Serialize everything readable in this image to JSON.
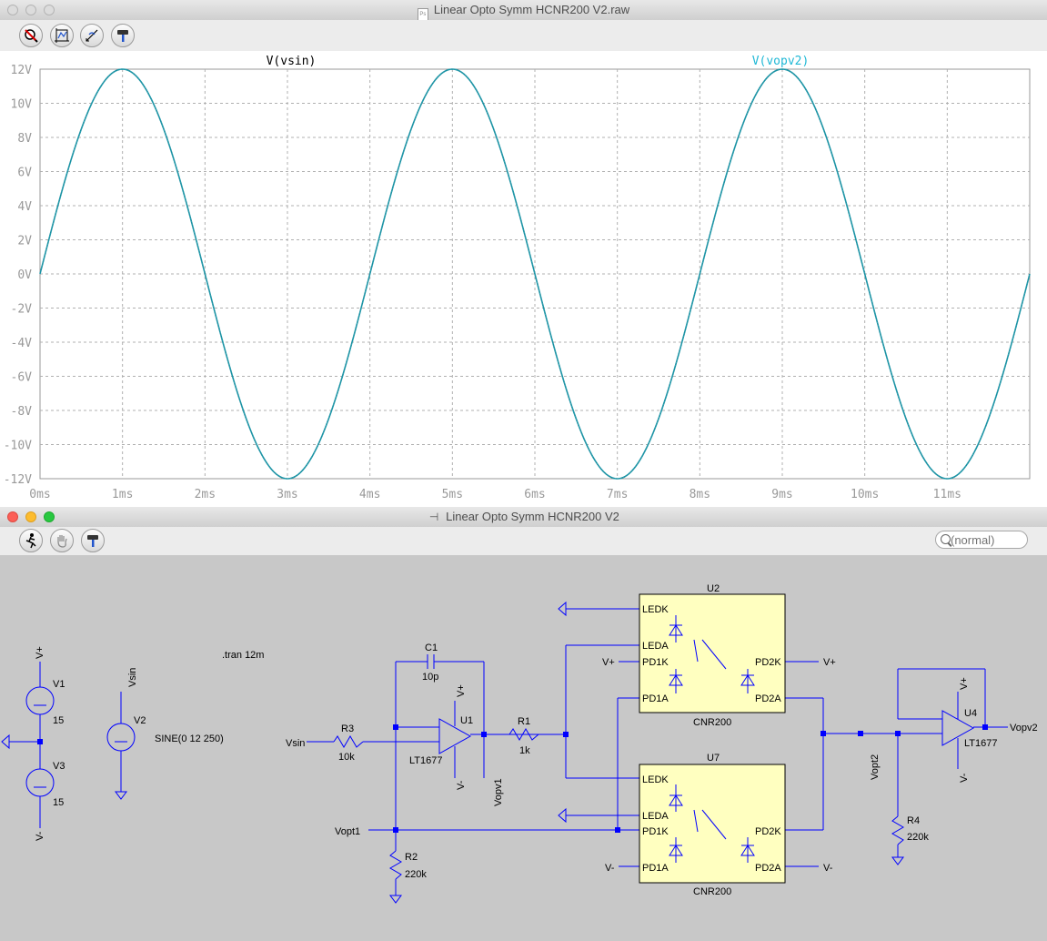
{
  "waveform_window": {
    "title": "Linear Opto Symm HCNR200 V2.raw",
    "trace_labels": [
      {
        "text": "V(vsin)",
        "color": "#000000"
      },
      {
        "text": "V(vopv2)",
        "color": "#1fb8d6"
      }
    ],
    "toolbar": [
      "zoom-out-icon",
      "autorange-icon",
      "pan-icon",
      "probe-hammer-icon"
    ]
  },
  "chart_data": {
    "type": "line",
    "x_unit": "ms",
    "y_unit": "V",
    "xlim": [
      0,
      12
    ],
    "ylim": [
      -12,
      12
    ],
    "x_ticks": [
      "0ms",
      "1ms",
      "2ms",
      "3ms",
      "4ms",
      "5ms",
      "6ms",
      "7ms",
      "8ms",
      "9ms",
      "10ms",
      "11ms"
    ],
    "y_ticks": [
      "12V",
      "10V",
      "8V",
      "6V",
      "4V",
      "2V",
      "0V",
      "-2V",
      "-4V",
      "-6V",
      "-8V",
      "-10V",
      "-12V"
    ],
    "grid": true,
    "series": [
      {
        "name": "V(vsin)",
        "color": "#1a8fa0",
        "function": "12*sin(2*pi*250*t)",
        "amplitude": 12,
        "frequency_hz": 250
      },
      {
        "name": "V(vopv2)",
        "color": "#1fb8d6",
        "function": "12*sin(2*pi*250*t)",
        "amplitude": 12,
        "frequency_hz": 250
      }
    ]
  },
  "schematic_window": {
    "title": "Linear Opto Symm HCNR200 V2",
    "search_placeholder": "(normal)",
    "toolbar": [
      "run-icon",
      "halt-hand-icon",
      "probe-hammer-icon"
    ],
    "directive": ".tran 12m",
    "components": {
      "V1": {
        "ref": "V1",
        "value": "15"
      },
      "V3": {
        "ref": "V3",
        "value": "15"
      },
      "V2": {
        "ref": "V2",
        "value": "SINE(0 12 250)"
      },
      "R3": {
        "ref": "R3",
        "value": "10k"
      },
      "C1": {
        "ref": "C1",
        "value": "10p"
      },
      "U1": {
        "ref": "U1",
        "value": "LT1677"
      },
      "R1": {
        "ref": "R1",
        "value": "1k"
      },
      "R2": {
        "ref": "R2",
        "value": "220k"
      },
      "U2": {
        "ref": "U2",
        "value": "CNR200"
      },
      "U7": {
        "ref": "U7",
        "value": "CNR200"
      },
      "U4": {
        "ref": "U4",
        "value": "LT1677"
      },
      "R4": {
        "ref": "R4",
        "value": "220k"
      }
    },
    "opto_pins": {
      "ledk": "LEDK",
      "leda": "LEDA",
      "pd1k": "PD1K",
      "pd1a": "PD1A",
      "pd2k": "PD2K",
      "pd2a": "PD2A"
    },
    "nets": {
      "vplus": "V+",
      "vminus": "V-",
      "vsin": "Vsin",
      "vopv1": "Vopv1",
      "vopt1": "Vopt1",
      "vopt2": "Vopt2",
      "vopv2": "Vopv2"
    }
  }
}
